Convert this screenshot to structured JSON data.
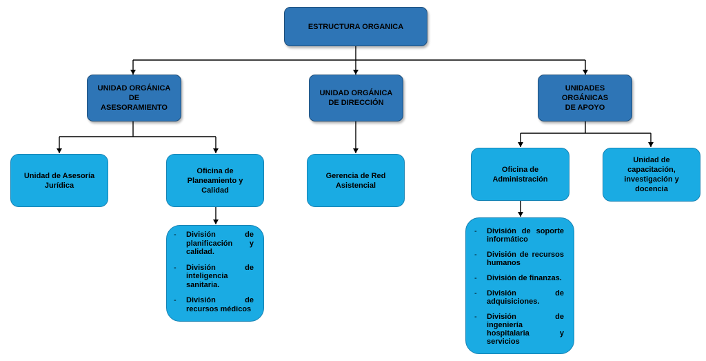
{
  "root": {
    "label": "ESTRUCTURA ORGANICA"
  },
  "units": {
    "asesoramiento": {
      "label": "UNIDAD ORGÁNICA DE ASESORAMIENTO"
    },
    "direccion": {
      "label": "UNIDAD ORGÁNICA DE DIRECCIÓN"
    },
    "apoyo": {
      "label": "UNIDADES ORGÁNICAS DE APOYO"
    }
  },
  "offices": {
    "asesoria_juridica": {
      "label": "Unidad de Asesoría Jurídica"
    },
    "planeamiento": {
      "label": "Oficina de Planeamiento y Calidad"
    },
    "gerencia_red": {
      "label": "Gerencia de Red Asistencial"
    },
    "administracion": {
      "label": "Oficina de Administración"
    },
    "capacitacion": {
      "label": "Unidad de capacitación, investigación y docencia"
    }
  },
  "divisions": {
    "planeamiento": [
      "División de planificación y calidad.",
      "División de inteligencia sanitaria.",
      "División de recursos médicos"
    ],
    "administracion": [
      "División de soporte informático",
      "División de recursos humanos",
      "División de finanzas.",
      "División de adquisiciones.",
      "División de ingeniería hospitalaria y servicios"
    ]
  },
  "colors": {
    "dark_box": "#2e75b6",
    "light_box": "#1aabe3",
    "connector": "#000000"
  }
}
